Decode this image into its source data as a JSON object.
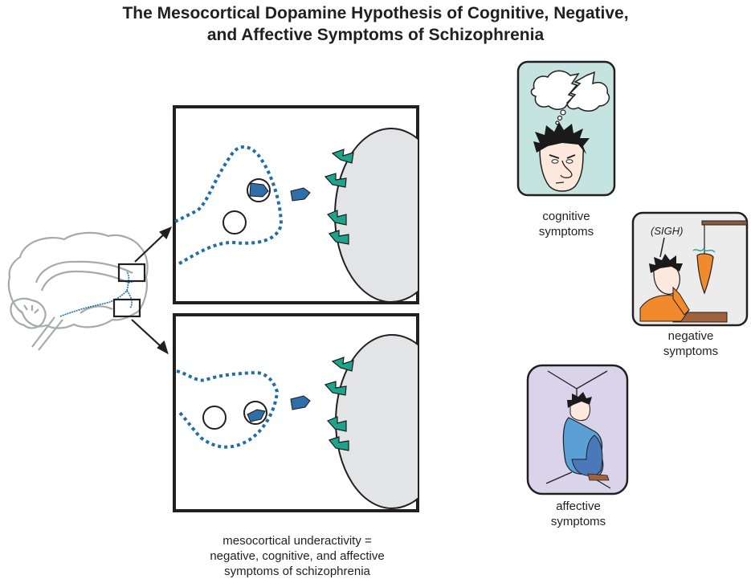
{
  "title": {
    "line1": "The Mesocortical Dopamine Hypothesis of Cognitive, Negative,",
    "line2": "and Affective Symptoms of Schizophrenia"
  },
  "diagram": {
    "brain": {
      "label": "sagittal brain with mesocortical dopamine pathway"
    },
    "panels": [
      {
        "name": "upper-synapse-panel",
        "description": "prefrontal cortex synapse, dopamine released"
      },
      {
        "name": "lower-synapse-panel",
        "description": "prefrontal cortex synapse, dopamine released"
      }
    ],
    "bottom_caption": {
      "line1": "mesocortical underactivity =",
      "line2": "negative, cognitive, and affective",
      "line3": "symptoms of schizophrenia"
    }
  },
  "symptoms": {
    "cognitive": {
      "line1": "cognitive",
      "line2": "symptoms",
      "color": "#c5e4df"
    },
    "negative": {
      "line1": "negative",
      "line2": "symptoms",
      "speech": "(SIGH)",
      "color": "#ececec"
    },
    "affective": {
      "line1": "affective",
      "line2": "symptoms",
      "color": "#d9d4ea"
    }
  },
  "colors": {
    "pathway": "#1f6ea6",
    "dopamine": "#2f6ea8",
    "receptor": "#1fa48c",
    "postsynaptic": "#e3e4e6",
    "brain_outline": "#a7a9ac"
  }
}
